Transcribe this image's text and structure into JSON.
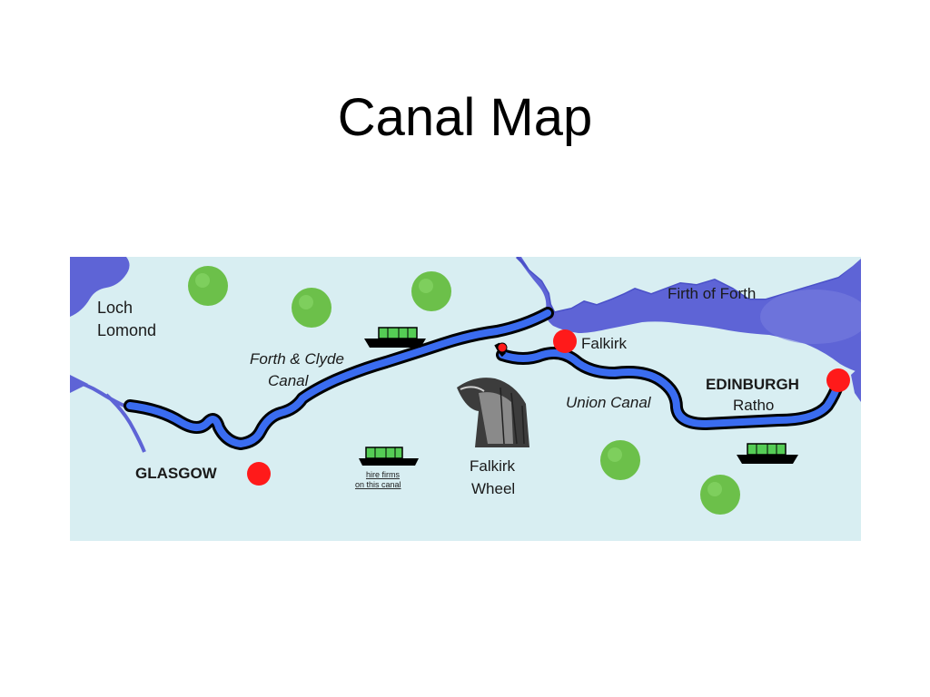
{
  "slide": {
    "title": "Canal Map"
  },
  "map": {
    "colors": {
      "land": "#d8eef2",
      "water": "#5e64d6",
      "canal": "#3a6cf0",
      "canal_outline": "#000000",
      "town_marker": "#ff1a1a",
      "tree": "#6cc04a",
      "boat_cabin": "#55cc55",
      "boat_hull": "#000000"
    },
    "labels": {
      "loch_lomond_line1": "Loch",
      "loch_lomond_line2": "Lomond",
      "firth_of_forth": "Firth of Forth",
      "forth_clyde_line1": "Forth & Clyde",
      "forth_clyde_line2": "Canal",
      "falkirk": "Falkirk",
      "union_canal": "Union Canal",
      "edinburgh": "EDINBURGH",
      "ratho": "Ratho",
      "glasgow": "GLASGOW",
      "falkirk_wheel_line1": "Falkirk",
      "falkirk_wheel_line2": "Wheel",
      "hire_firms_line1": "hire firms",
      "hire_firms_line2": "on this canal"
    },
    "icons": {
      "town_marker": "red-dot-icon",
      "tree": "tree-icon",
      "boat": "narrowboat-icon",
      "wheel": "falkirk-wheel-icon"
    }
  }
}
